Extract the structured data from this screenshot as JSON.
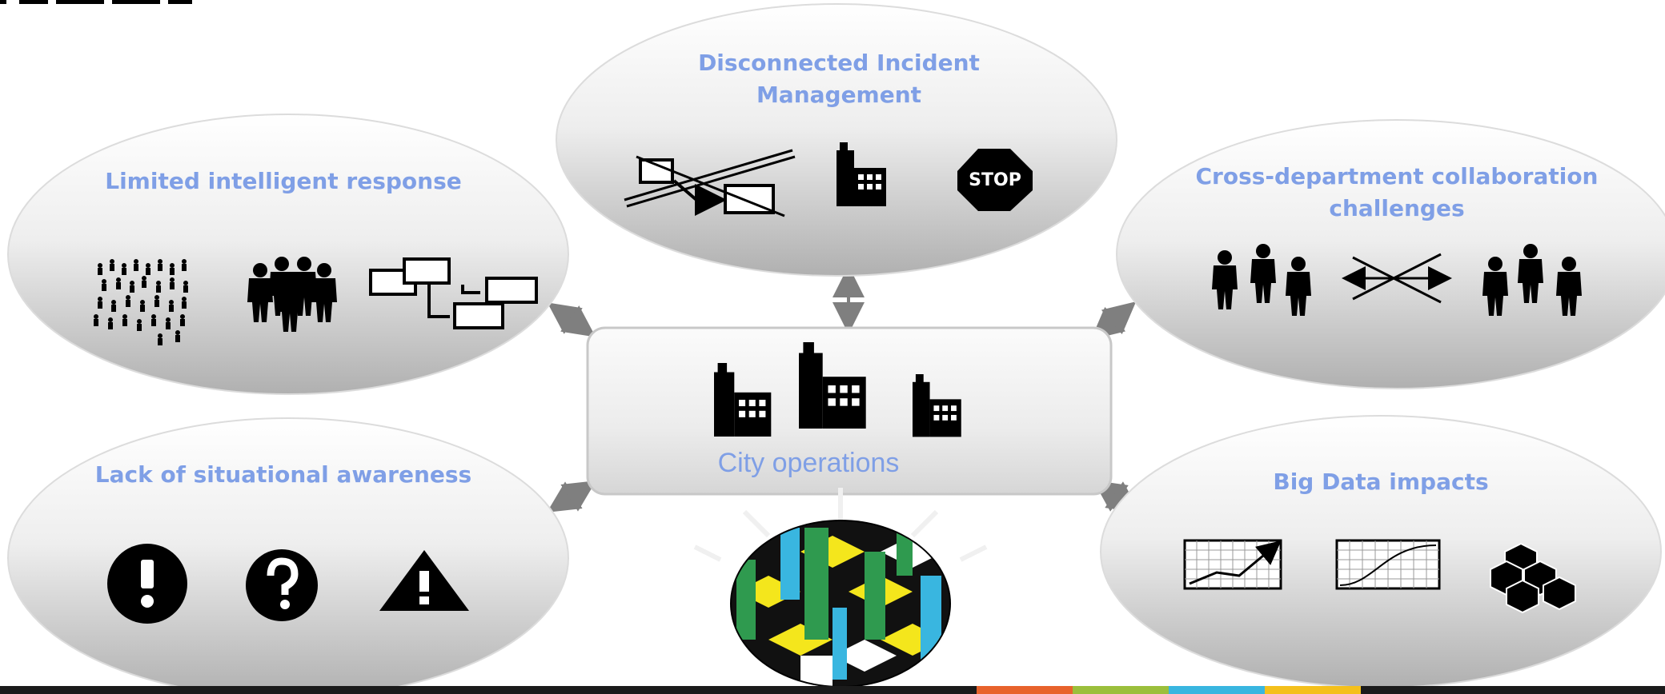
{
  "header_fragment": "",
  "center": {
    "label": "City operations"
  },
  "bubbles": {
    "incident": {
      "line1": "Disconnected Incident",
      "line2": "Management",
      "stop_sign": "STOP"
    },
    "response": {
      "label": "Limited intelligent response"
    },
    "collab": {
      "line1": "Cross-department collaboration",
      "line2": "challenges"
    },
    "awareness": {
      "label": "Lack of situational awareness"
    },
    "bigdata": {
      "label": "Big Data impacts"
    }
  },
  "colors": {
    "title": "#7f9fe6",
    "bubble_light": "#ffffff",
    "bubble_dark": "#b4b4b4",
    "connector": "#7f7f7f",
    "footer_bar": "#1b1b1b"
  }
}
